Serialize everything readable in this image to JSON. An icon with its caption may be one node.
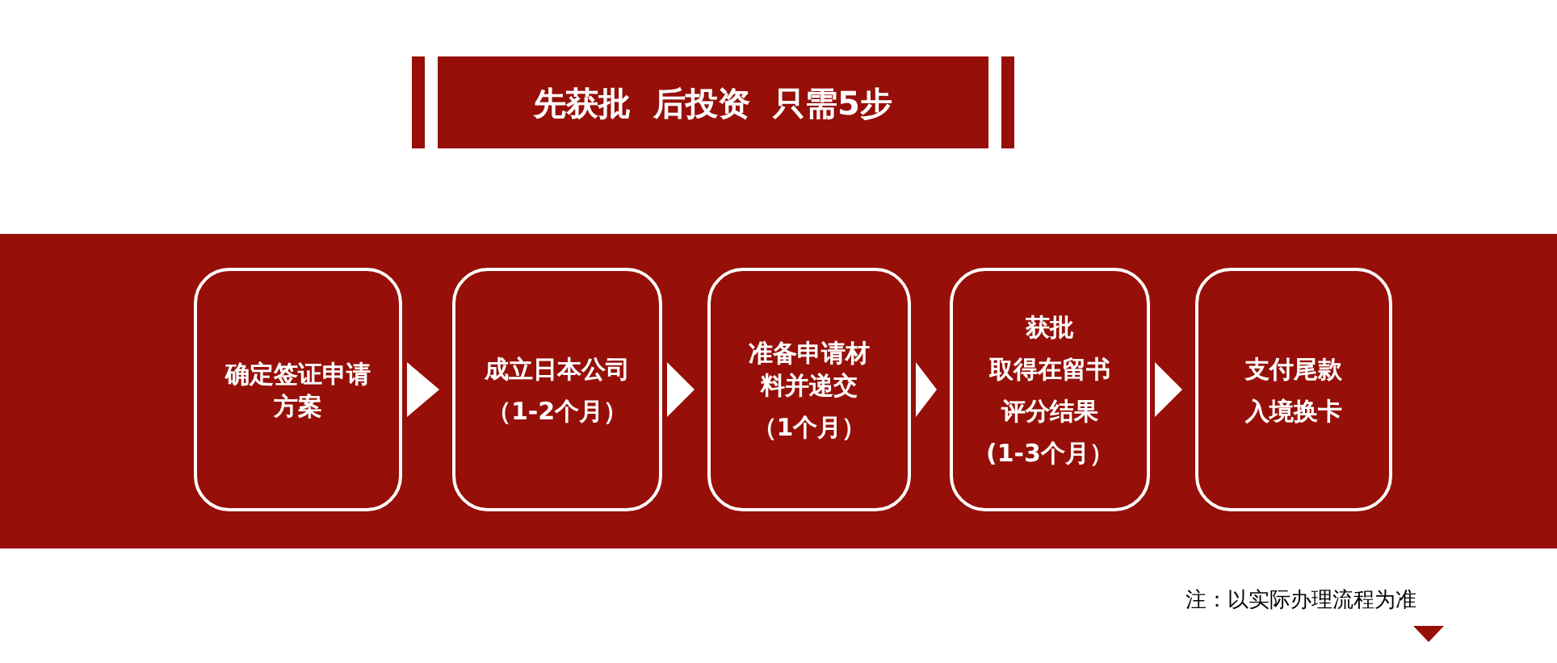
{
  "diagram": {
    "title": "先获批  后投资  只需5步",
    "nodes": [
      {
        "text": [
          "确定签证申请方案"
        ]
      },
      {
        "text": [
          "成立日本公司",
          "（1-2个月）"
        ]
      },
      {
        "text": [
          "准备申请材料并递交",
          "（1个月）"
        ]
      },
      {
        "text": [
          "获批",
          "取得在留书",
          "评分结果",
          "(1-3个月）"
        ]
      },
      {
        "text": [
          "支付尾款",
          "入境换卡"
        ]
      }
    ],
    "edges": [
      {
        "from": 0,
        "to": 1,
        "arrow": "to"
      },
      {
        "from": 1,
        "to": 2,
        "arrow": "to"
      },
      {
        "from": 2,
        "to": 3,
        "arrow": "to"
      },
      {
        "from": 3,
        "to": 4,
        "arrow": "to"
      }
    ],
    "labels": [
      "注：以实际办理流程为准"
    ]
  }
}
